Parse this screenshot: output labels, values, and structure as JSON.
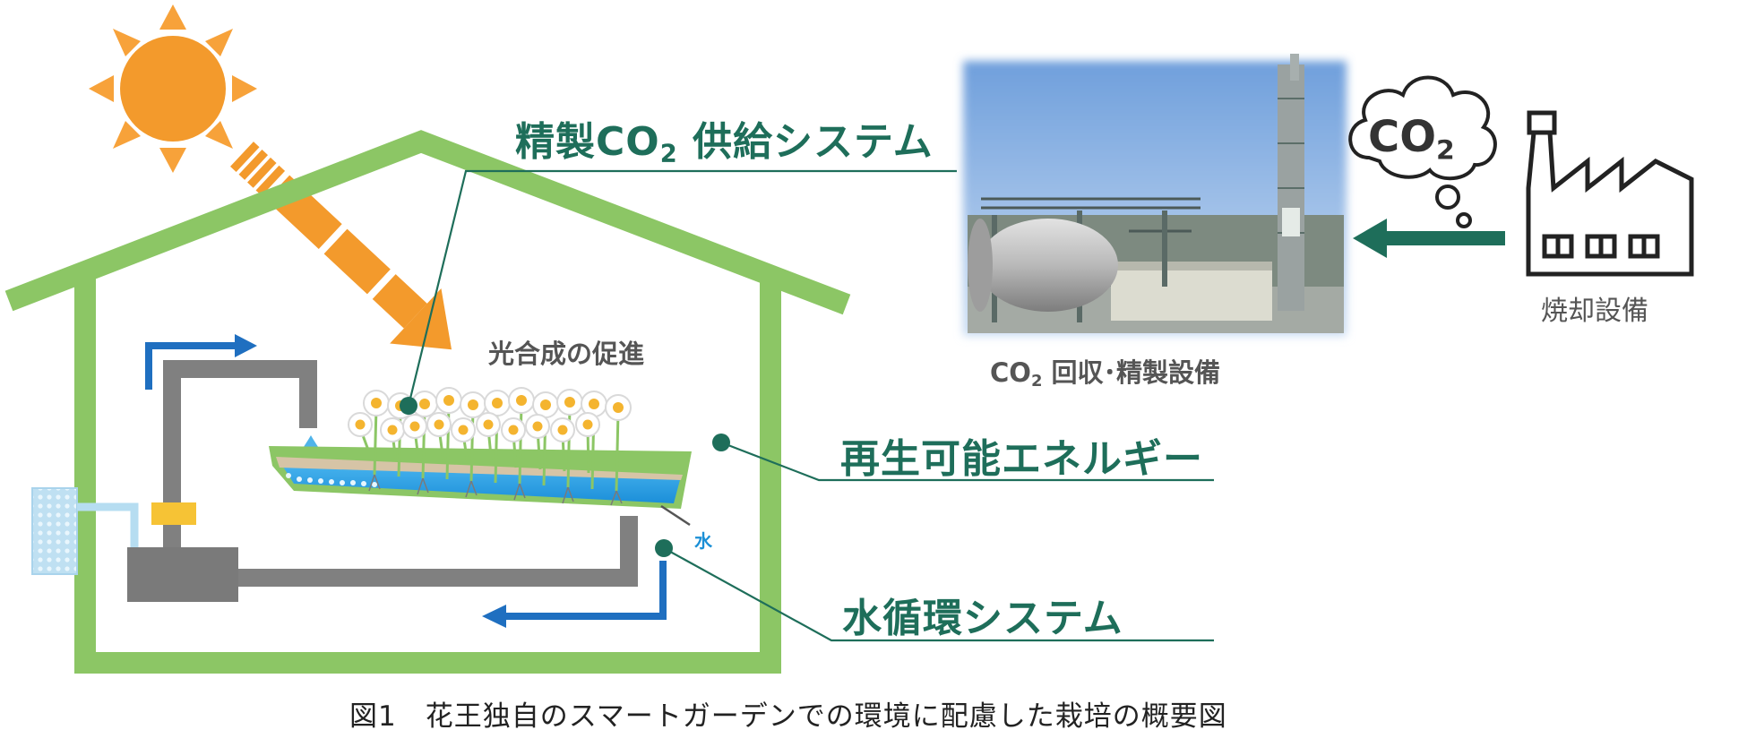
{
  "labels": {
    "co2_supply_prefix": "精製CO",
    "co2_supply_sub": "2",
    "co2_supply_suffix": " 供給システム",
    "photosynthesis": "光合成の促進",
    "renewable_energy": "再生可能エネルギー",
    "water_circulation": "水循環システム",
    "water": "水",
    "capture_prefix": "CO",
    "capture_sub": "2",
    "capture_suffix": " 回収･精製設備",
    "cloud_prefix": "CO",
    "cloud_sub": "2",
    "incinerator": "焼却設備",
    "caption": "図1　花王独自のスマートガーデンでの環境に配慮した栽培の概要図"
  },
  "icons": [
    "sun-icon",
    "house-icon",
    "plant-icon",
    "water-drop-icon",
    "pump-icon",
    "factory-icon",
    "cloud-icon",
    "arrow-icon"
  ],
  "colors": {
    "label_green": "#1e6e5a",
    "house_green": "#8cc665",
    "sun_orange": "#f39a2c",
    "water_blue": "#1b8fd6",
    "pipe_gray": "#7f7f7f"
  }
}
